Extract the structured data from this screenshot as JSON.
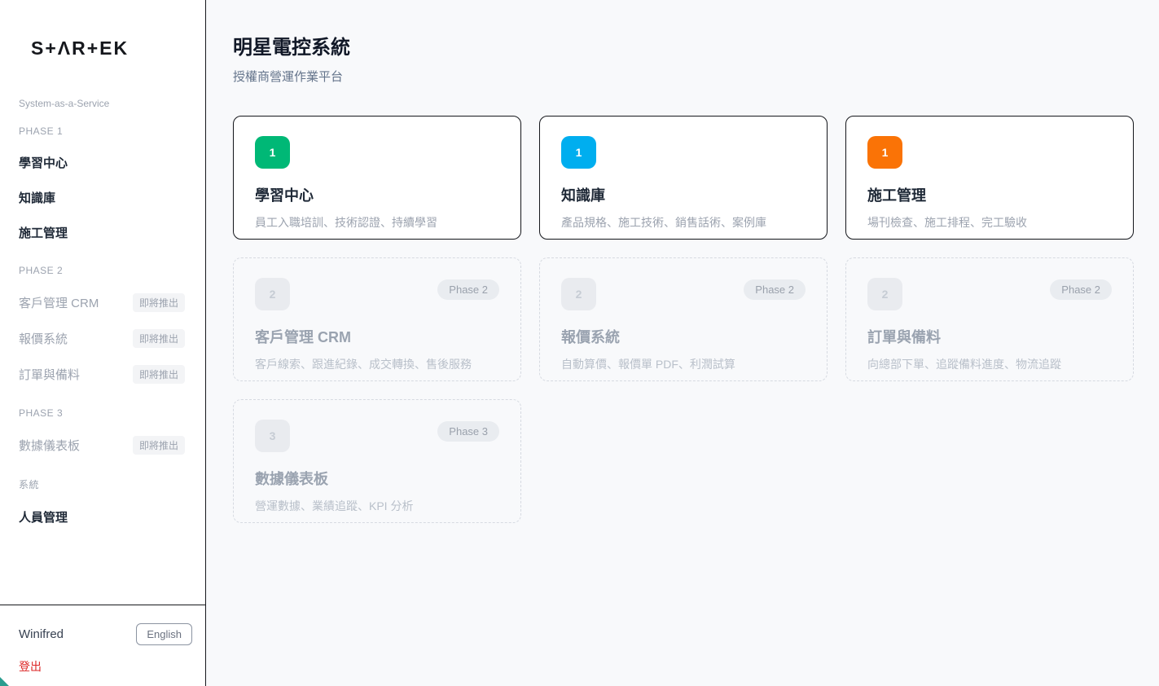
{
  "sidebar": {
    "logo": "S+ΛR+EK",
    "tagline": "System-as-a-Service",
    "sections": [
      {
        "label": "PHASE 1",
        "items": [
          {
            "label": "學習中心"
          },
          {
            "label": "知識庫"
          },
          {
            "label": "施工管理"
          }
        ]
      },
      {
        "label": "PHASE 2",
        "items": [
          {
            "label": "客戶管理 CRM",
            "badge": "即將推出"
          },
          {
            "label": "報價系統",
            "badge": "即將推出"
          },
          {
            "label": "訂單與備料",
            "badge": "即將推出"
          }
        ]
      },
      {
        "label": "PHASE 3",
        "items": [
          {
            "label": "數據儀表板",
            "badge": "即將推出"
          }
        ]
      },
      {
        "label": "系統",
        "items": [
          {
            "label": "人員管理"
          }
        ]
      }
    ],
    "footer": {
      "username": "Winifred",
      "language_button": "English",
      "logout": "登出"
    }
  },
  "header": {
    "title": "明星電控系統",
    "subtitle": "授權商營運作業平台"
  },
  "cards": {
    "active": [
      {
        "number": "1",
        "color": "#00b876",
        "title": "學習中心",
        "desc": "員工入職培訓、技術認證、持續學習"
      },
      {
        "number": "1",
        "color": "#00aeef",
        "title": "知識庫",
        "desc": "產品規格、施工技術、銷售話術、案例庫"
      },
      {
        "number": "1",
        "color": "#fa7306",
        "title": "施工管理",
        "desc": "場刊檢查、施工排程、完工驗收"
      }
    ],
    "locked": [
      {
        "number": "2",
        "phase": "Phase 2",
        "title": "客戶管理 CRM",
        "desc": "客戶線索、跟進紀錄、成交轉換、售後服務"
      },
      {
        "number": "2",
        "phase": "Phase 2",
        "title": "報價系統",
        "desc": "自動算價、報價單 PDF、利潤試算"
      },
      {
        "number": "2",
        "phase": "Phase 2",
        "title": "訂單與備料",
        "desc": "向總部下單、追蹤備料進度、物流追蹤"
      },
      {
        "number": "3",
        "phase": "Phase 3",
        "title": "數據儀表板",
        "desc": "營運數據、業績追蹤、KPI 分析"
      }
    ]
  },
  "colors": {
    "accent_green": "#00b876",
    "accent_blue": "#00aeef",
    "accent_orange": "#fa7306",
    "logout_red": "#dc2626",
    "corner_teal": "#2a9d8f"
  }
}
